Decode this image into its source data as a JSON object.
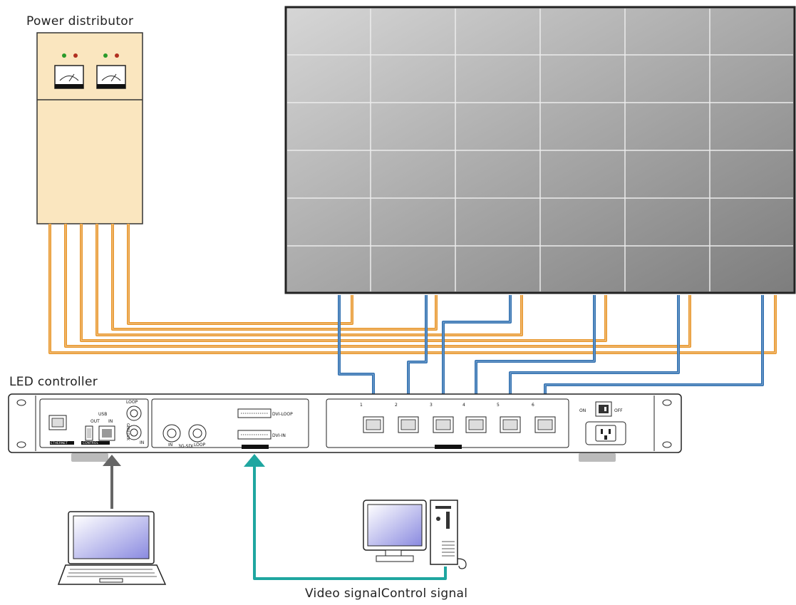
{
  "labels": {
    "power_distributor": "Power distributor",
    "led_controller": "LED controller",
    "video_signal": "Video signal",
    "control_signal": "Control signal"
  },
  "controller_panel": {
    "ethernet_label": "ETHERNET",
    "control_label": "CONTROL",
    "usb_label": "USB",
    "out_label": "OUT",
    "in_label": "IN",
    "loop_label": "LOOP",
    "genlock_label": "GENLOCK",
    "sdi_label": "3G-SDI",
    "sdi_in_label": "IN",
    "sdi_loop_label": "LOOP",
    "dvi_loop_label": "DVI-LOOP",
    "dvi_in_label": "DVI-IN",
    "port_numbers": [
      "1",
      "2",
      "3",
      "4",
      "5",
      "6"
    ],
    "on_label": "ON",
    "off_label": "OFF"
  },
  "colors": {
    "power_cable": "#e8962a",
    "data_cable": "#2f6fb0",
    "video_arrow": "#1fa6a0",
    "control_arrow": "#666666",
    "screen_grid": "#e8e8e8",
    "distributor_fill": "#fae6bf"
  },
  "icons": [
    "laptop-icon",
    "desktop-computer-icon",
    "meter-icon",
    "ethernet-port-icon",
    "usb-port-icon",
    "power-socket-icon",
    "power-switch-icon",
    "bnc-connector-icon",
    "dvi-connector-icon"
  ]
}
